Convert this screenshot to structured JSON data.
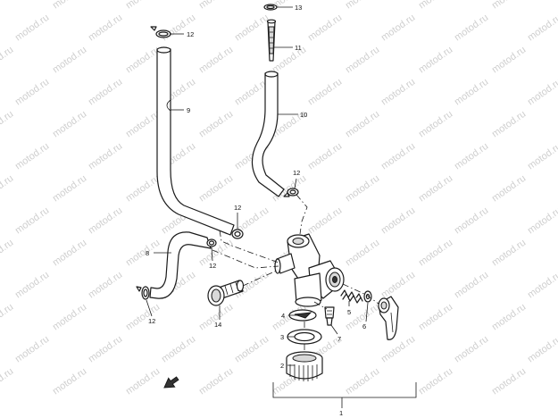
{
  "watermark": {
    "text": "motod.ru"
  },
  "colors": {
    "line": "#1a1a1a",
    "watermark": "#cfcfcf",
    "background": "#ffffff"
  },
  "callouts": {
    "c1": "1",
    "c2": "2",
    "c3": "3",
    "c4": "4",
    "c5": "5",
    "c6": "6",
    "c7": "7",
    "c8": "8",
    "c9": "9",
    "c10": "10",
    "c11": "11",
    "c12a": "12",
    "c12b": "12",
    "c12c": "12",
    "c12d": "12",
    "c12e": "12",
    "c13": "13",
    "c14": "14"
  },
  "icons": {
    "front_arrow": "front-arrow-icon"
  }
}
